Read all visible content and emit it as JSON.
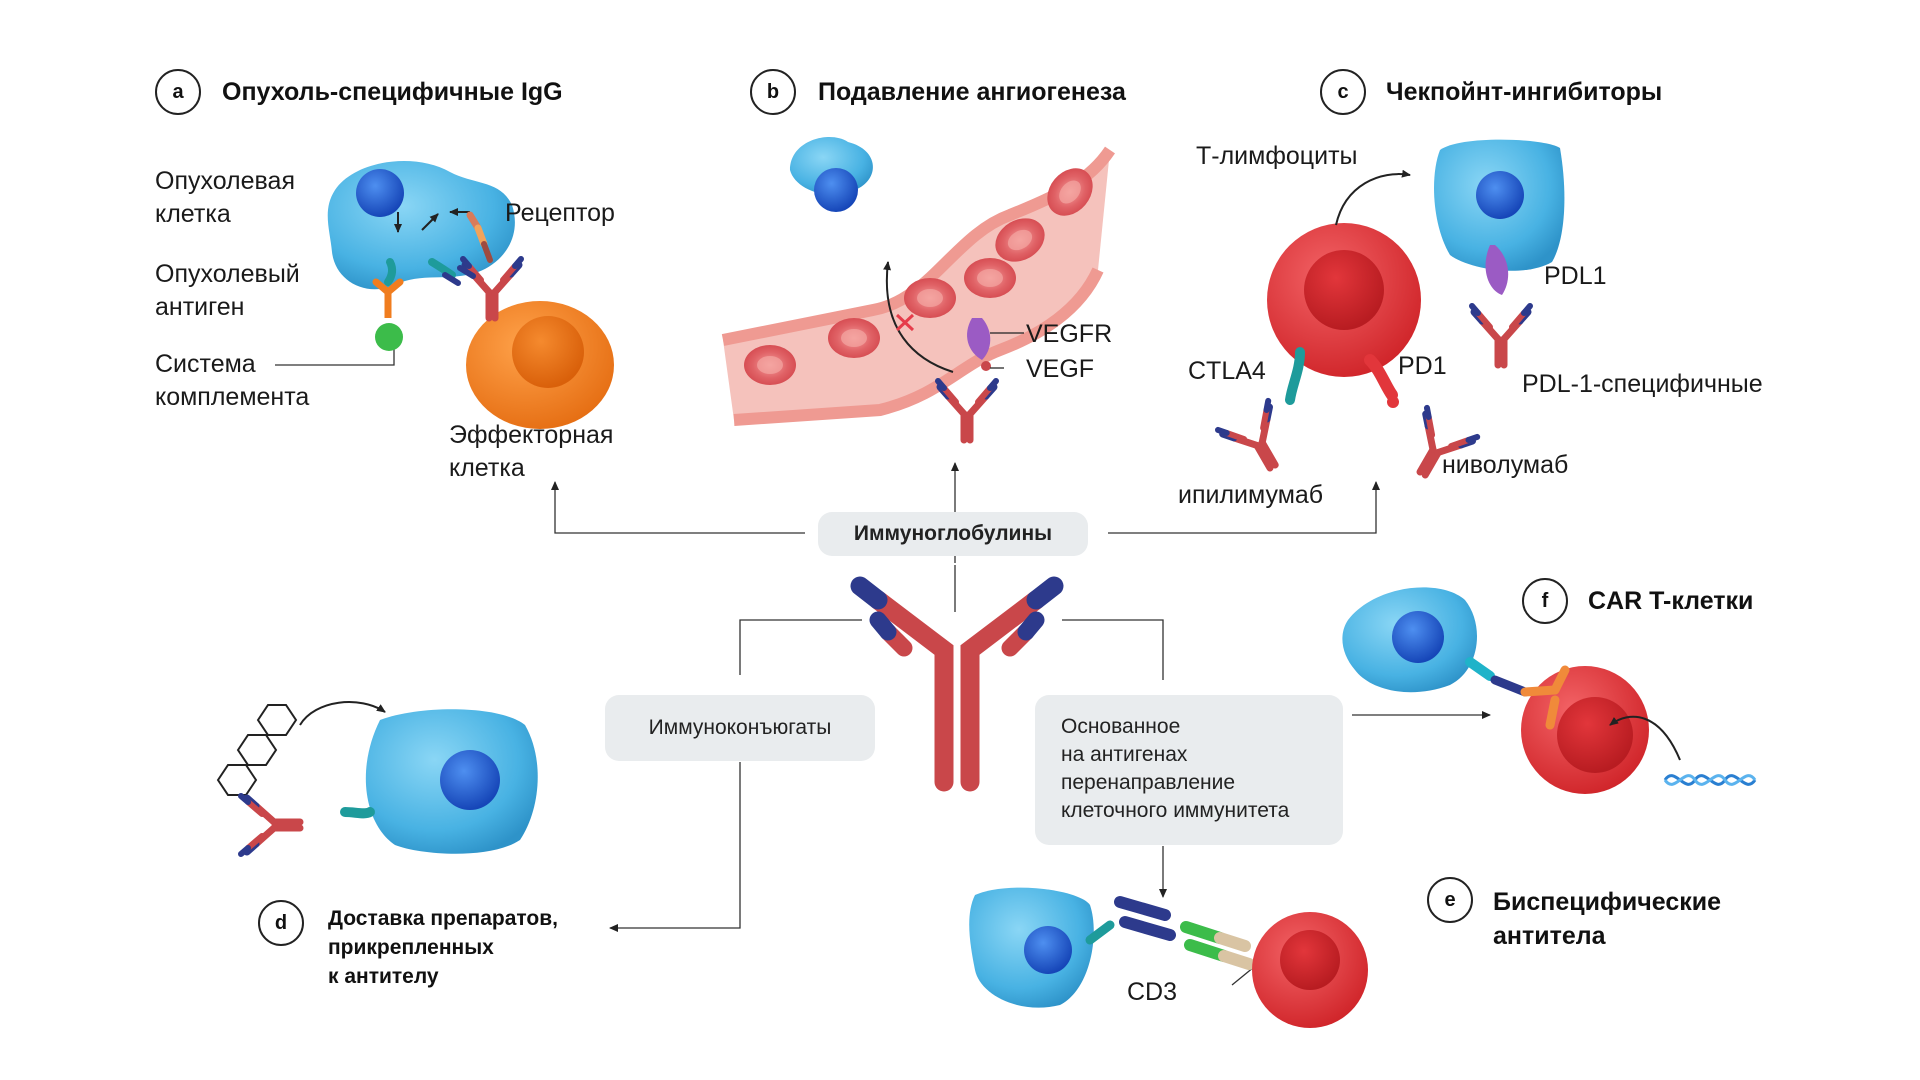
{
  "panels": {
    "a": {
      "letter": "a",
      "title": "Опухоль-специфичные IgG"
    },
    "b": {
      "letter": "b",
      "title": "Подавление ангиогенеза"
    },
    "c": {
      "letter": "c",
      "title": "Чекпойнт-ингибиторы"
    },
    "d": {
      "letter": "d",
      "title_lines": [
        "Доставка препаратов,",
        "прикрепленных",
        "к антителу"
      ]
    },
    "e": {
      "letter": "e",
      "title_lines": [
        "Биспецифические",
        "антитела"
      ]
    },
    "f": {
      "letter": "f",
      "title": "CAR T-клетки"
    }
  },
  "labels": {
    "tumor_cell": [
      "Опухолевая",
      "клетка"
    ],
    "tumor_antigen": [
      "Опухолевый",
      "антиген"
    ],
    "complement": [
      "Система",
      "комплемента"
    ],
    "receptor": "Рецептор",
    "effector_cell": [
      "Эффекторная",
      "клетка"
    ],
    "vegfr": "VEGFR",
    "vegf": "VEGF",
    "t_lymphocytes": "Т-лимфоциты",
    "pdl1": "PDL1",
    "pdl1_specific": "PDL-1-специфичные",
    "ctla4": "CTLA4",
    "pd1": "PD1",
    "ipilimumab": "ипилимумаб",
    "nivolumab": "ниволумаб",
    "cd3": "CD3"
  },
  "boxes": {
    "immunoglobulins": "Иммуноглобулины",
    "immunoconjugates": "Иммуноконъюгаты",
    "redirect_lines": [
      "Основанное",
      "на антигенах",
      "перенаправление",
      "клеточного иммунитета"
    ]
  },
  "colors": {
    "tumor_blue": "#4fb8e6",
    "nucleus_blue": "#1f63d4",
    "effector_orange": "#f07d1f",
    "tcell_red": "#e2363b",
    "antibody_red": "#c9474a",
    "antibody_navy": "#2d3a8c",
    "vessel_pink": "#ef9a92",
    "antigen_teal": "#1e9b9b",
    "pdl1_purple": "#9b5bc4",
    "complement_green": "#3cbc4a",
    "box_gray": "#e9ecee"
  }
}
